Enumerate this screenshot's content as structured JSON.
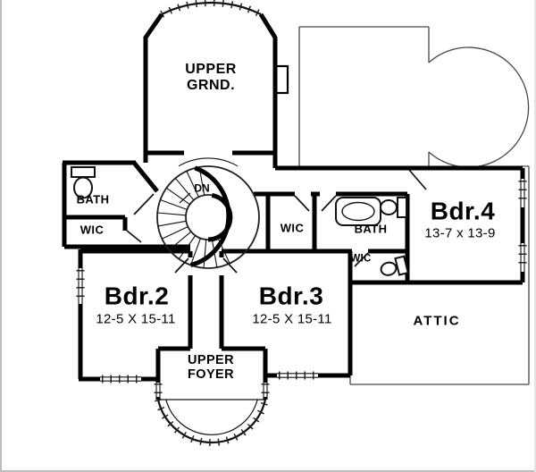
{
  "page": {
    "background": "#ffffff",
    "wall_color": "#000000",
    "thin_line_color": "#474747"
  },
  "rooms": {
    "upper_grnd": {
      "label": "UPPER\nGRND."
    },
    "bath_left": {
      "label": "BATH"
    },
    "wic_left": {
      "label": "WIC"
    },
    "stair": {
      "label": "DN"
    },
    "wic_mid": {
      "label": "WIC"
    },
    "bath_mid": {
      "label": "BATH"
    },
    "wic_pocket": {
      "label": "WIC"
    },
    "bdr2": {
      "label": "Bdr.2",
      "dims": "12-5 X 15-11"
    },
    "bdr3": {
      "label": "Bdr.3",
      "dims": "12-5 X 15-11"
    },
    "bdr4": {
      "label": "Bdr.4",
      "dims": "13-7 x 13-9"
    },
    "attic": {
      "label": "ATTIC"
    },
    "upper_foyer": {
      "label": "UPPER\nFOYER"
    }
  },
  "fixtures": {
    "toilet_count": 3,
    "bathtub_count": 1,
    "staircase": "spiral-staircase-down",
    "bay_windows": [
      "top-curved-bay",
      "bottom-curved-bay"
    ]
  }
}
